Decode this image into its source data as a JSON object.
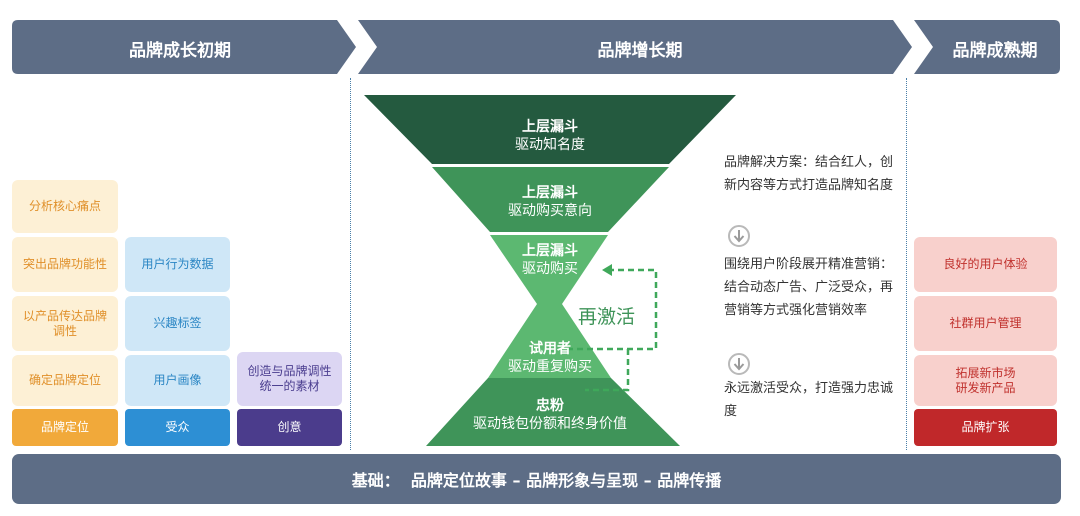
{
  "phases": {
    "early": "品牌成长初期",
    "growth": "品牌增长期",
    "mature": "品牌成熟期"
  },
  "early_stage": {
    "positioning_column": {
      "items": [
        "分析核心痛点",
        "突出品牌功能性",
        "以产品传达品牌调性",
        "确定品牌定位"
      ],
      "footer": "品牌定位"
    },
    "audience_column": {
      "items": [
        "用户行为数据",
        "兴趣标签",
        "用户画像"
      ],
      "footer": "受众"
    },
    "creative_column": {
      "items": [
        "创造与品牌调性统一的素材"
      ],
      "footer": "创意"
    }
  },
  "funnel": {
    "layers": [
      {
        "line1": "上层漏斗",
        "line2": "驱动知名度"
      },
      {
        "line1": "上层漏斗",
        "line2": "驱动购买意向"
      },
      {
        "line1": "上层漏斗",
        "line2": "驱动购买"
      },
      {
        "line1": "试用者",
        "line2": "驱动重复购买"
      },
      {
        "line1": "忠粉",
        "line2": "驱动钱包份额和终身价值"
      }
    ],
    "reactivate_label": "再激活"
  },
  "growth_notes": [
    "品牌解决方案：结合红人，创新内容等方式打造品牌知名度",
    "围绕用户阶段展开精准营销：结合动态广告、广泛受众，再营销等方式强化营销效率",
    "永远激活受众，打造强力忠诚度"
  ],
  "mature_stage": {
    "items": [
      "良好的用户体验",
      "社群用户管理",
      "拓展新市场研发新产品"
    ],
    "footer": "品牌扩张"
  },
  "foundation": "基础：  品牌定位故事 – 品牌形象与呈现 – 品牌传播",
  "colors": {
    "phase_bar": "#5d6d86",
    "funnel_dark": "#245a3f",
    "funnel_mid": "#3f9459",
    "funnel_light": "#5cb871",
    "orange": "#f1a93a",
    "blue": "#2d8fd4",
    "purple": "#4b3c8c",
    "red": "#c0282a"
  }
}
